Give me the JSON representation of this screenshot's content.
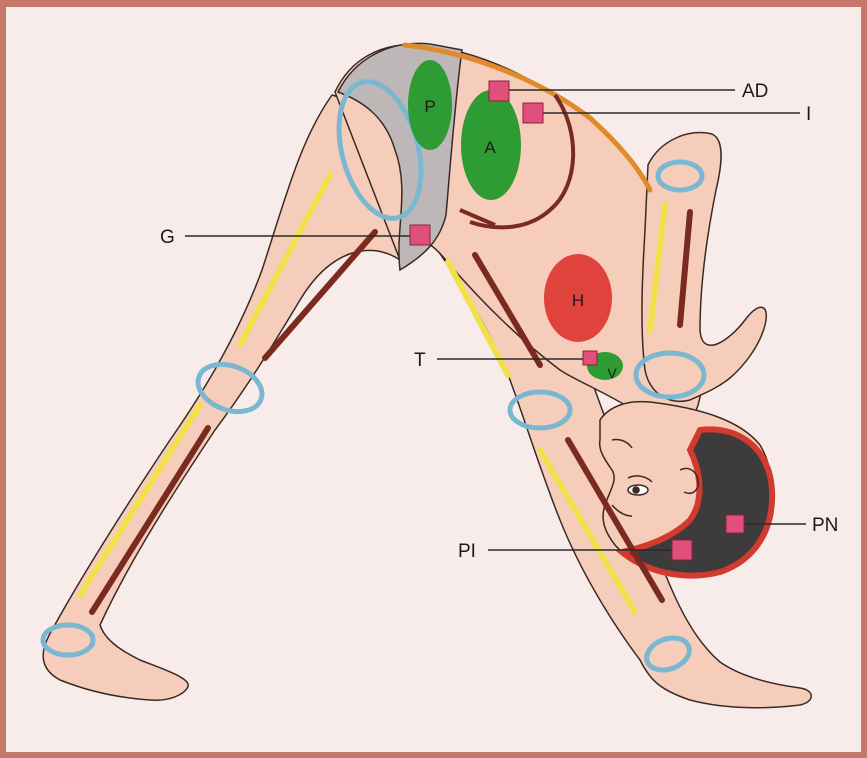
{
  "colors": {
    "background": "#f7ecea",
    "border": "#c6786a",
    "skin": "#f6cdbb",
    "outline": "#3a2a26",
    "shorts": "#bdb7b7",
    "hair": "#3d3b3b",
    "organ_green": "#2f9b33",
    "organ_red": "#e0433b",
    "point_marker": "#e0507a",
    "joint_ring": "#7ab8d2",
    "yellow_line": "#f0e04a",
    "brown_line": "#7a2a1e",
    "orange_back": "#e08a2a"
  },
  "diagram": {
    "point_labels": {
      "ad": "AD",
      "i": "I",
      "g": "G",
      "t": "T",
      "pn": "PN",
      "pi": "PI"
    },
    "organ_labels": {
      "p": "P",
      "a": "A",
      "h": "H",
      "v": "V"
    }
  }
}
